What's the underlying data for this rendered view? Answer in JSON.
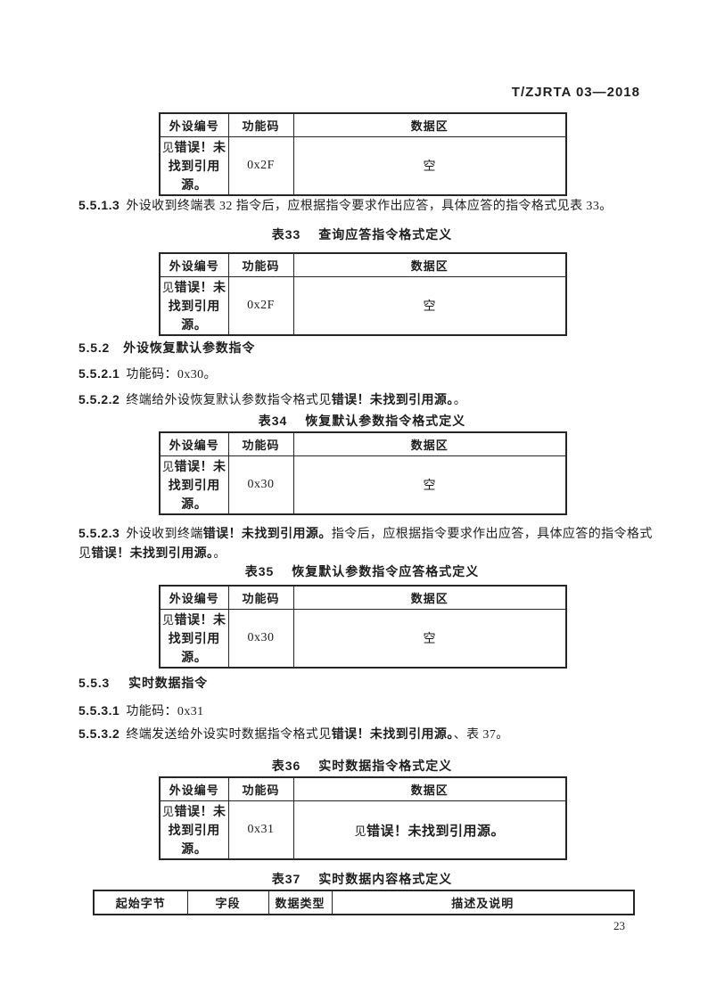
{
  "header": {
    "doc_code": "T/ZJRTA 03—2018"
  },
  "common": {
    "see": "见",
    "error_ref": "错误！未找到引用源。",
    "ref_lines": [
      "错误！未",
      "找到引用",
      "源。"
    ],
    "columns": {
      "peripheral": "外设编号",
      "function": "功能码",
      "data": "数据区"
    }
  },
  "table_continued": {
    "function_code": "0x2F",
    "data_area": "空"
  },
  "para_5_5_1_3": {
    "num": "5.5.1.3",
    "text": "外设收到终端表 32 指令后，应根据指令要求作出应答，具体应答的指令格式见表 33。"
  },
  "table33": {
    "label": "表33",
    "title": "查询应答指令格式定义",
    "function_code": "0x2F",
    "data_area": "空"
  },
  "heading_5_5_2": {
    "num": "5.5.2",
    "text": "外设恢复默认参数指令"
  },
  "para_5_5_2_1": {
    "num": "5.5.2.1",
    "text": "功能码：0x30。"
  },
  "para_5_5_2_2": {
    "num": "5.5.2.2",
    "pre": "终端给外设恢复默认参数指令格式见",
    "ref": "错误！未找到引用源。",
    "post": "。"
  },
  "table34": {
    "label": "表34",
    "title": "恢复默认参数指令格式定义",
    "function_code": "0x30",
    "data_area": "空"
  },
  "para_5_5_2_3": {
    "num": "5.5.2.3",
    "pre": "外设收到终端",
    "ref1": "错误！未找到引用源。",
    "mid": "指令后，应根据指令要求作出应答，具体应答的指令格式",
    "line2_pre": "见",
    "ref2": "错误！未找到引用源。",
    "post": "。"
  },
  "table35": {
    "label": "表35",
    "title": "恢复默认参数指令应答格式定义",
    "function_code": "0x30",
    "data_area": "空"
  },
  "heading_5_5_3": {
    "num": "5.5.3",
    "text": "实时数据指令"
  },
  "para_5_5_3_1": {
    "num": "5.5.3.1",
    "text": "功能码：0x31"
  },
  "para_5_5_3_2": {
    "num": "5.5.3.2",
    "pre": "终端发送给外设实时数据指令格式见",
    "ref": "错误！未找到引用源。",
    "post": "、表 37。"
  },
  "table36": {
    "label": "表36",
    "title": "实时数据指令格式定义",
    "function_code": "0x31"
  },
  "table37": {
    "label": "表37",
    "title": "实时数据内容格式定义",
    "headers": [
      "起始字节",
      "字段",
      "数据类型",
      "描述及说明"
    ]
  },
  "footer": {
    "page_number": "23"
  }
}
